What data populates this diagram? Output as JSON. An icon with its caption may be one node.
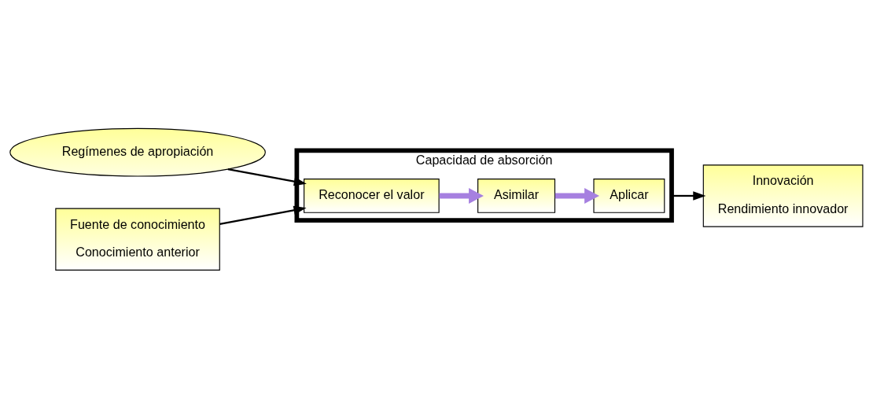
{
  "diagram": {
    "nodes": [
      {
        "text": [
          "Regímenes de apropiación"
        ]
      },
      {
        "text": [
          "Fuente de conocimiento",
          "Conocimiento anterior"
        ]
      },
      {
        "text": [
          "Capacidad de absorción"
        ]
      },
      {
        "text": [
          "Reconocer el valor"
        ],
        "in": 2
      },
      {
        "text": [
          "Asimilar"
        ],
        "in": 2
      },
      {
        "text": [
          "Aplicar"
        ],
        "in": 2
      },
      {
        "text": [
          "Innovación",
          "Rendimiento innovador"
        ]
      }
    ],
    "edges": [
      {
        "from": 0,
        "to": 3,
        "arrow": "to"
      },
      {
        "from": 1,
        "to": 3,
        "arrow": "to"
      },
      {
        "from": 3,
        "to": 4,
        "arrow": "to",
        "style": "thick",
        "color": "#a680e0"
      },
      {
        "from": 4,
        "to": 5,
        "arrow": "to",
        "style": "thick",
        "color": "#a680e0"
      },
      {
        "from": 2,
        "to": 6,
        "arrow": "to"
      }
    ]
  }
}
